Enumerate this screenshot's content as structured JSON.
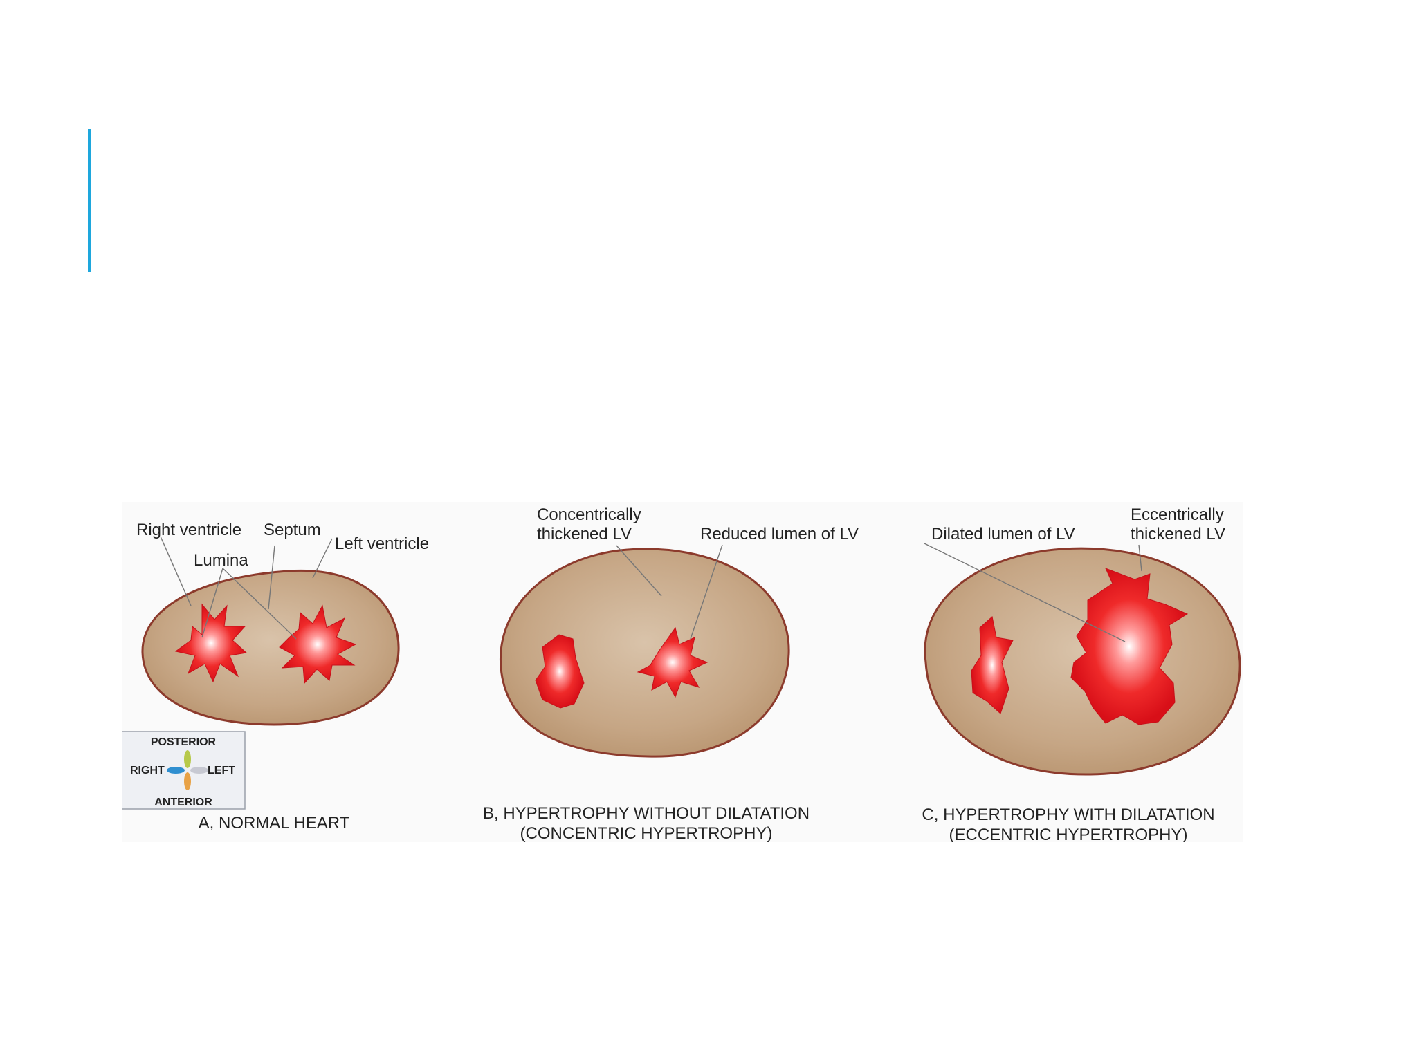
{
  "slide": {
    "accent_color": "#1ea7dd"
  },
  "colors": {
    "tissue": "#c8a98a",
    "tissue_edge": "#8c3a2c",
    "lumen": "#e8101a",
    "lumen_core": "#ffffff"
  },
  "panels": {
    "a": {
      "caption": "A, NORMAL HEART",
      "labels": {
        "right_ventricle": "Right ventricle",
        "septum": "Septum",
        "lumina": "Lumina",
        "left_ventricle": "Left ventricle"
      }
    },
    "b": {
      "caption_line1": "B, HYPERTROPHY WITHOUT DILATATION",
      "caption_line2": "(CONCENTRIC HYPERTROPHY)",
      "labels": {
        "concentric_1": "Concentrically",
        "concentric_2": "thickened LV",
        "reduced_lumen": "Reduced lumen of LV"
      }
    },
    "c": {
      "caption_line1": "C, HYPERTROPHY WITH DILATATION",
      "caption_line2": "(ECCENTRIC HYPERTROPHY)",
      "labels": {
        "dilated_lumen": "Dilated lumen of LV",
        "eccentric_1": "Eccentrically",
        "eccentric_2": "thickened LV"
      }
    }
  },
  "compass": {
    "posterior": "POSTERIOR",
    "right": "RIGHT",
    "left": "LEFT",
    "anterior": "ANTERIOR"
  }
}
